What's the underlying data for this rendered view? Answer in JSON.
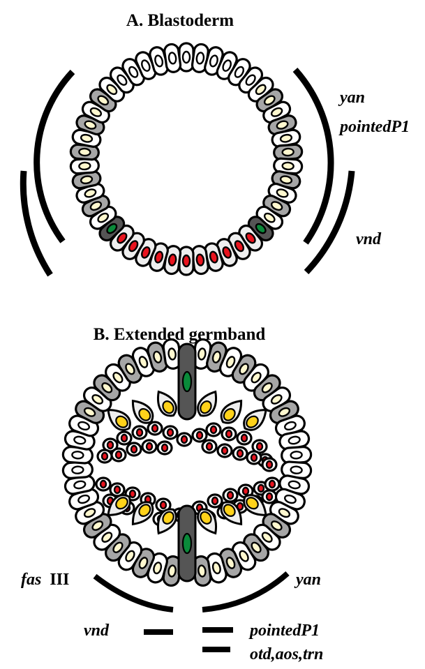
{
  "panel_a": {
    "title": "A. Blastoderm",
    "labels": {
      "yan": "yan",
      "pointed": "pointedP1",
      "vnd": "vnd"
    }
  },
  "panel_b": {
    "title": "B. Extended germband",
    "labels": {
      "fas_italic": "fas",
      "fas_roman": "III",
      "yan": "yan",
      "vnd": "vnd",
      "pointed": "pointedP1",
      "otd": "otd,aos,trn"
    }
  },
  "colors": {
    "outline": "#000000",
    "cell_white": "#ffffff",
    "cell_light": "#eeeeee",
    "cell_gray": "#a6a6a6",
    "cell_dark": "#555555",
    "nucleus_cream": "#fff8cf",
    "nucleus_yellow": "#ffd21a",
    "nucleus_red": "#e8141e",
    "nucleus_green": "#0a8a3a"
  }
}
